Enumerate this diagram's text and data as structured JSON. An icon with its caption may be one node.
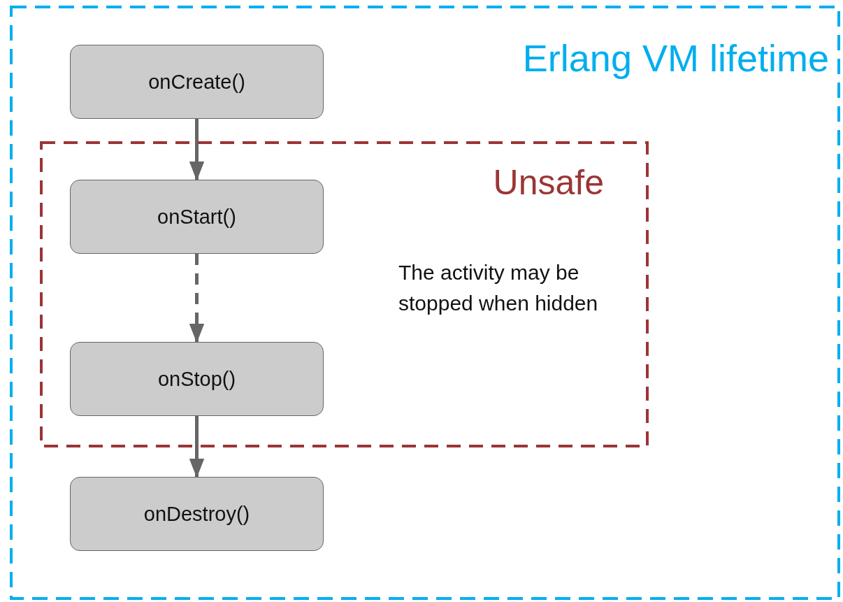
{
  "diagram": {
    "nodes": [
      {
        "text": [
          "Erlang VM lifetime"
        ]
      },
      {
        "text": [
          "onCreate()"
        ],
        "in": 0
      },
      {
        "text": [
          "Unsafe",
          "The activity may be stopped when hidden"
        ],
        "in": 0
      },
      {
        "text": [
          "onStart()"
        ],
        "in": 2
      },
      {
        "text": [
          "onStop()"
        ],
        "in": 2
      },
      {
        "text": [
          "onDestroy()"
        ],
        "in": 0
      }
    ],
    "edges": [
      {
        "from": 1,
        "to": 3,
        "arrow": "to"
      },
      {
        "from": 3,
        "to": 4,
        "arrow": "to",
        "style": "dashed"
      },
      {
        "from": 4,
        "to": 5,
        "arrow": "to"
      }
    ]
  }
}
